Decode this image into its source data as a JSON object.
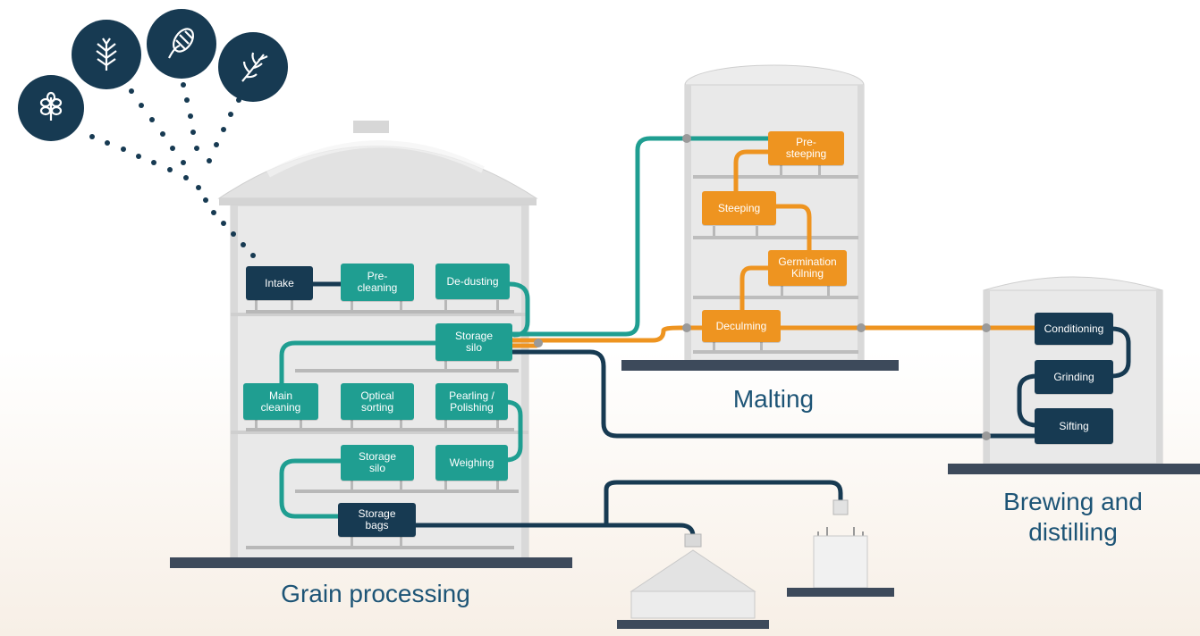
{
  "colors": {
    "teal": "#1f9e91",
    "navy": "#173a52",
    "orange": "#ee9420",
    "label": "#1d5476",
    "building": "#e6e6e6"
  },
  "grain_icons": [
    "grain-ear-icon",
    "wheat-icon",
    "corn-icon",
    "barley-icon"
  ],
  "grain_processing": {
    "title": "Grain processing",
    "steps": {
      "intake": "Intake",
      "pre_cleaning": "Pre-\ncleaning",
      "de_dusting": "De-dusting",
      "storage_silo_1": "Storage\nsilo",
      "main_cleaning": "Main\ncleaning",
      "optical_sorting": "Optical\nsorting",
      "pearling_polishing": "Pearling /\nPolishing",
      "storage_silo_2": "Storage\nsilo",
      "weighing": "Weighing",
      "storage_bags": "Storage\nbags"
    }
  },
  "malting": {
    "title": "Malting",
    "steps": {
      "pre_steeping": "Pre-\nsteeping",
      "steeping": "Steeping",
      "germination_kilning": "Germination\nKilning",
      "deculming": "Deculming"
    }
  },
  "brewing": {
    "title": "Brewing and\ndistilling",
    "steps": {
      "conditioning": "Conditioning",
      "grinding": "Grinding",
      "sifting": "Sifting"
    }
  }
}
